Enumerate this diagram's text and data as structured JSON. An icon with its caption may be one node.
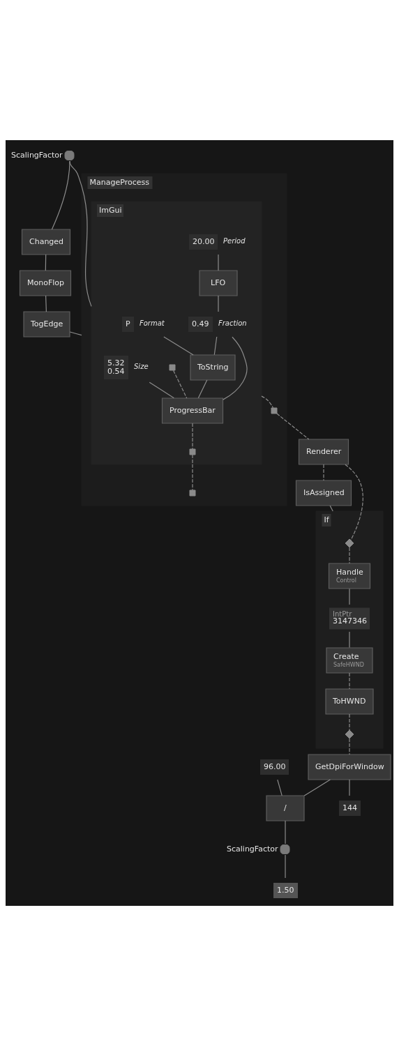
{
  "diagram": {
    "nodes": [
      {
        "text": [
          "ScalingFactor"
        ]
      },
      {
        "text": [
          "Changed"
        ]
      },
      {
        "text": [
          "MonoFlop"
        ]
      },
      {
        "text": [
          "TogEdge"
        ]
      },
      {
        "text": [
          "ManageProcess"
        ]
      },
      {
        "text": [
          "ImGui"
        ],
        "in": 4
      },
      {
        "text": [],
        "shape": "box",
        "in": 5
      },
      {
        "text": [
          "20.00"
        ],
        "beside": [
          "Period"
        ],
        "in": 5
      },
      {
        "text": [
          "LFO"
        ],
        "in": 5
      },
      {
        "text": [
          "0.49"
        ],
        "beside": [
          "Fraction"
        ],
        "in": 5
      },
      {
        "text": [
          "P"
        ],
        "beside": [
          "Format"
        ],
        "in": 5
      },
      {
        "text": [
          "ToString"
        ],
        "in": 5
      },
      {
        "text": [
          "5.32",
          "0.54"
        ],
        "beside": [
          "Size"
        ],
        "in": 5
      },
      {
        "text": [
          "ProgressBar"
        ],
        "in": 5
      },
      {
        "text": [],
        "shape": "box",
        "in": 5
      },
      {
        "text": [],
        "shape": "box",
        "in": 4
      },
      {
        "text": [],
        "shape": "box",
        "in": 4
      },
      {
        "text": [
          "Renderer"
        ]
      },
      {
        "text": [
          "IsAssigned"
        ]
      },
      {
        "text": [
          "If"
        ]
      },
      {
        "text": [],
        "shape": "diamond",
        "in": 19
      },
      {
        "text": [
          "Handle",
          "Control"
        ],
        "in": 19
      },
      {
        "text": [
          "IntPtr",
          "3147346"
        ],
        "in": 19
      },
      {
        "text": [
          "Create",
          "SafeHWND"
        ],
        "in": 19
      },
      {
        "text": [
          "ToHWND"
        ],
        "in": 19
      },
      {
        "text": [],
        "shape": "diamond",
        "in": 19
      },
      {
        "text": [
          "GetDpiForWindow"
        ]
      },
      {
        "text": [
          "96.00"
        ]
      },
      {
        "text": [
          "/"
        ]
      },
      {
        "text": [
          "144"
        ]
      },
      {
        "text": [
          "ScalingFactor"
        ]
      },
      {
        "text": [
          "1.50"
        ]
      }
    ],
    "edges": [
      {
        "from": 0,
        "to": 5,
        "arrow": "none"
      },
      {
        "from": 0,
        "to": 1,
        "arrow": "none"
      },
      {
        "from": 1,
        "to": 2,
        "arrow": "none"
      },
      {
        "from": 2,
        "to": 3,
        "arrow": "none"
      },
      {
        "from": 3,
        "to": 4,
        "arrow": "none"
      },
      {
        "from": 6,
        "to": 13,
        "arrow": "none",
        "style": "dashed"
      },
      {
        "from": 7,
        "to": 8,
        "arrow": "none"
      },
      {
        "from": 8,
        "to": 9,
        "arrow": "none"
      },
      {
        "from": 9,
        "to": 11,
        "arrow": "none"
      },
      {
        "from": 9,
        "to": 13,
        "arrow": "none"
      },
      {
        "from": 10,
        "to": 11,
        "arrow": "none"
      },
      {
        "from": 11,
        "to": 13,
        "arrow": "none"
      },
      {
        "from": 12,
        "to": 13,
        "arrow": "none"
      },
      {
        "from": 13,
        "to": 14,
        "arrow": "none",
        "style": "dashed"
      },
      {
        "from": 14,
        "to": 16,
        "arrow": "none",
        "style": "dashed"
      },
      {
        "from": 5,
        "to": 15,
        "arrow": "none",
        "style": "dashed"
      },
      {
        "from": 15,
        "to": 17,
        "arrow": "none",
        "style": "dashed"
      },
      {
        "from": 17,
        "to": 18,
        "arrow": "none",
        "style": "dashed"
      },
      {
        "from": 17,
        "to": 20,
        "arrow": "none",
        "style": "dashed"
      },
      {
        "from": 18,
        "to": 19,
        "arrow": "none"
      },
      {
        "from": 20,
        "to": 21,
        "arrow": "none",
        "style": "dashed"
      },
      {
        "from": 21,
        "to": 22,
        "arrow": "none"
      },
      {
        "from": 22,
        "to": 23,
        "arrow": "none"
      },
      {
        "from": 23,
        "to": 24,
        "arrow": "none",
        "style": "dashed"
      },
      {
        "from": 24,
        "to": 25,
        "arrow": "none",
        "style": "dashed"
      },
      {
        "from": 25,
        "to": 26,
        "arrow": "none",
        "style": "dashed"
      },
      {
        "from": 26,
        "to": 29,
        "arrow": "none"
      },
      {
        "from": 26,
        "to": 28,
        "arrow": "none"
      },
      {
        "from": 27,
        "to": 28,
        "arrow": "none"
      },
      {
        "from": 28,
        "to": 30,
        "arrow": "none"
      },
      {
        "from": 30,
        "to": 31,
        "arrow": "none"
      }
    ]
  }
}
